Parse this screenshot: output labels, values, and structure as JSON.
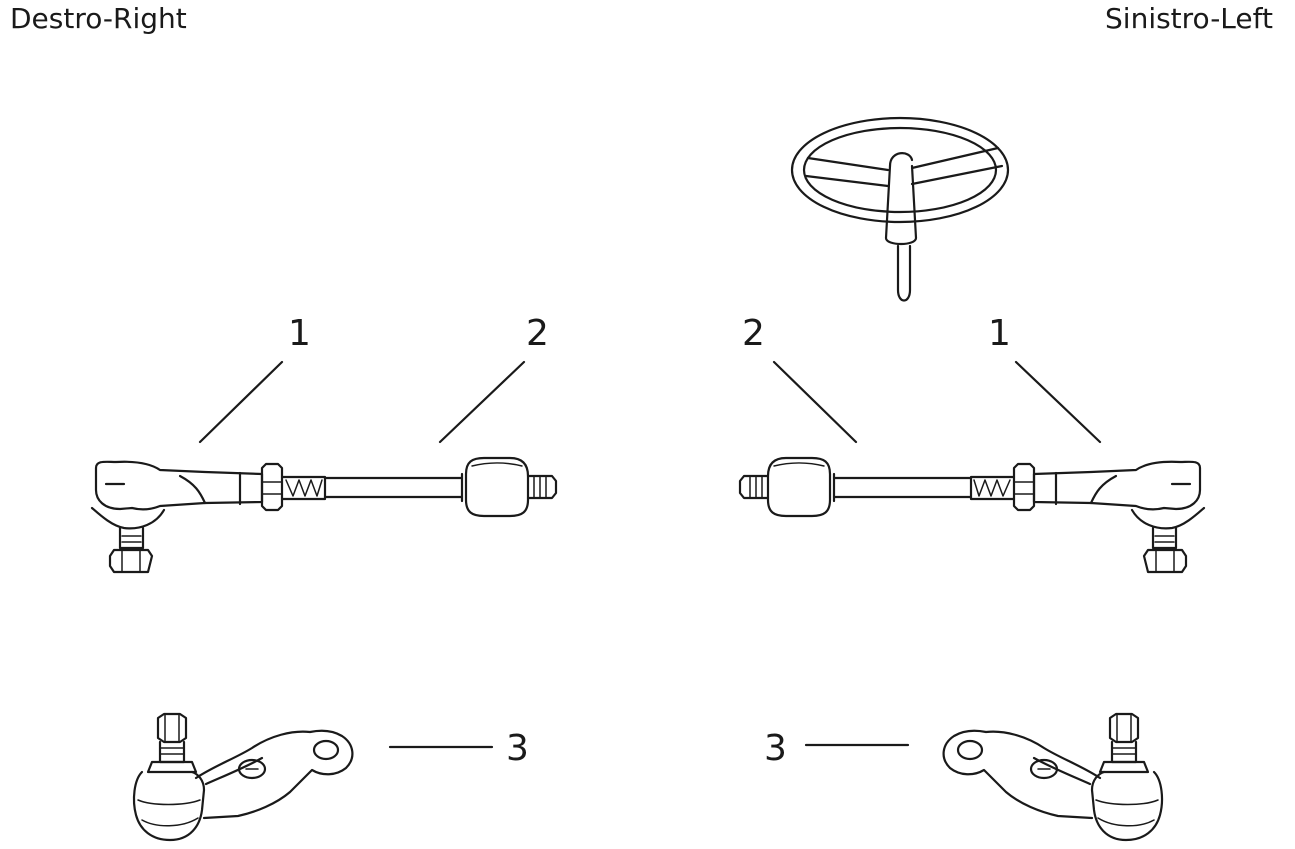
{
  "headers": {
    "left": "Destro-Right",
    "right": "Sinistro-Left"
  },
  "callouts": {
    "tie_rod_end": "1",
    "axial_rod": "2",
    "ball_joint": "3"
  },
  "icons": [
    "steering-wheel-icon"
  ]
}
